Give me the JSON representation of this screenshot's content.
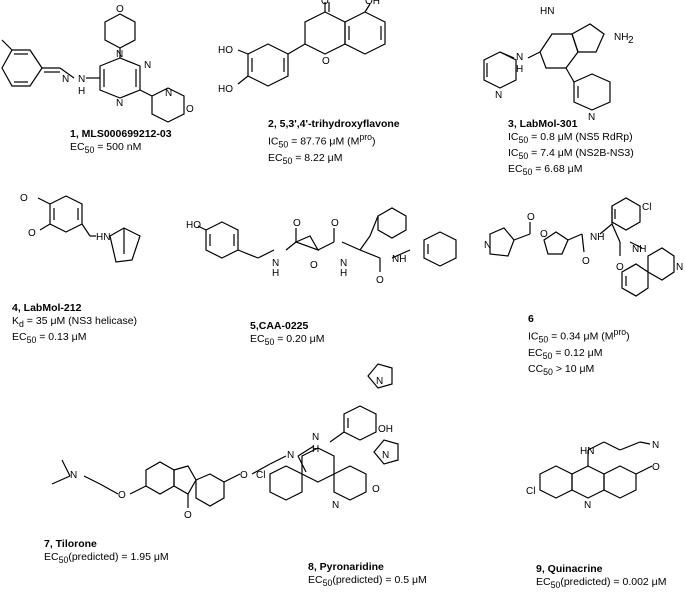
{
  "compounds": [
    {
      "id": "c1",
      "name": "1, MLS000699212-03",
      "lines": [
        {
          "pre": "EC",
          "sub": "50",
          "post": " = 500 nM"
        }
      ]
    },
    {
      "id": "c2",
      "name": "2, 5,3',4'-trihydroxyflavone",
      "lines": [
        {
          "pre": "IC",
          "sub": "50",
          "post": " = 87.76 μM (M",
          "sup": "pro",
          "tail": ")"
        },
        {
          "pre": "EC",
          "sub": "50",
          "post": " = 8.22 μM"
        }
      ]
    },
    {
      "id": "c3",
      "name": "3, LabMol-301",
      "lines": [
        {
          "pre": "IC",
          "sub": "50",
          "post": " = 0.8 μM (NS5 RdRp)"
        },
        {
          "pre": "IC",
          "sub": "50",
          "post": " = 7.4 μM (NS2B-NS3)"
        },
        {
          "pre": "EC",
          "sub": "50",
          "post": " = 6.68 μM"
        }
      ]
    },
    {
      "id": "c4",
      "name": "4, LabMol-212",
      "lines": [
        {
          "pre": "K",
          "sub": "d",
          "post": " = 35 μM (NS3 helicase)"
        },
        {
          "pre": "EC",
          "sub": "50",
          "post": " = 0.13 μM"
        }
      ]
    },
    {
      "id": "c5",
      "name": "5,CAA-0225",
      "lines": [
        {
          "pre": "EC",
          "sub": "50",
          "post": " = 0.20 μM"
        }
      ]
    },
    {
      "id": "c6",
      "name": "6",
      "lines": [
        {
          "pre": "IC",
          "sub": "50",
          "post": " = 0.34 μM (M",
          "sup": "pro",
          "tail": ")"
        },
        {
          "pre": "EC",
          "sub": "50",
          "post": " = 0.12 μM"
        },
        {
          "pre": "CC",
          "sub": "50",
          "post": " > 10 μM"
        }
      ]
    },
    {
      "id": "c7",
      "name": "7, Tilorone",
      "lines": [
        {
          "pre": "EC",
          "sub": "50",
          "post": "(predicted) = 1.95 μM"
        }
      ]
    },
    {
      "id": "c8",
      "name": "8, Pyronaridine",
      "lines": [
        {
          "pre": "EC",
          "sub": "50",
          "post": "(predicted) = 0.5 μM"
        }
      ]
    },
    {
      "id": "c9",
      "name": "9, Quinacrine",
      "lines": [
        {
          "pre": "EC",
          "sub": "50",
          "post": "(predicted) = 0.002 μM"
        }
      ]
    }
  ],
  "atoms": {
    "N": "N",
    "O": "O",
    "H": "H",
    "HN": "HN",
    "NH": "NH",
    "NH2": "NH",
    "two": "2",
    "Cl": "Cl",
    "OH": "OH",
    "HO": "HO"
  }
}
